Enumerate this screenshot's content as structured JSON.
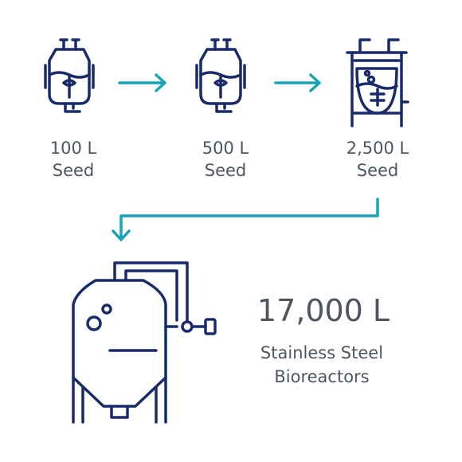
{
  "colors": {
    "navy": "#1a2b6b",
    "teal": "#1aa3b8",
    "text": "#4d5660"
  },
  "stages": [
    {
      "volume": "100 L",
      "type": "Seed"
    },
    {
      "volume": "500 L",
      "type": "Seed"
    },
    {
      "volume": "2,500 L",
      "type": "Seed"
    }
  ],
  "final": {
    "volume": "17,000 L",
    "line1": "Stainless Steel",
    "line2": "Bioreactors"
  }
}
